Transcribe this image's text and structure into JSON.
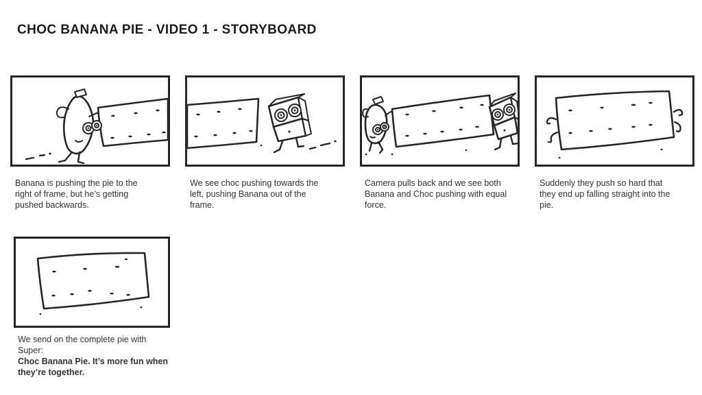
{
  "title": "CHOC BANANA PIE - VIDEO 1 - STORYBOARD",
  "colors": {
    "background": "#ffffff",
    "ink": "#262626",
    "title_text": "#1b1b1b",
    "caption_text": "#333333"
  },
  "panels": [
    {
      "name": "frame-1",
      "sketch": "banana-pushing-pie-right",
      "caption_lines": [
        "Banana is pushing the pie to the",
        "right of frame, but he’s getting",
        "pushed backwards."
      ]
    },
    {
      "name": "frame-2",
      "sketch": "choc-pushing-pie-left",
      "caption_lines": [
        "We see choc pushing towards the",
        "left, pushing Banana out of the",
        "frame."
      ]
    },
    {
      "name": "frame-3",
      "sketch": "banana-and-choc-pushing-pie",
      "caption_lines": [
        "Camera pulls back and we see both",
        "Banana and Choc pushing with equal",
        "force."
      ]
    },
    {
      "name": "frame-4",
      "sketch": "pie-with-limbs-sticking-out",
      "caption_lines": [
        "Suddenly they push so hard that",
        "they end up falling straight into the",
        "pie."
      ]
    },
    {
      "name": "frame-5",
      "sketch": "complete-pie",
      "caption_regular_lines": [
        "We send on the complete pie with",
        "Super:"
      ],
      "caption_bold_lines": [
        "Choc Banana Pie. It’s more fun when",
        "they’re together."
      ]
    }
  ]
}
